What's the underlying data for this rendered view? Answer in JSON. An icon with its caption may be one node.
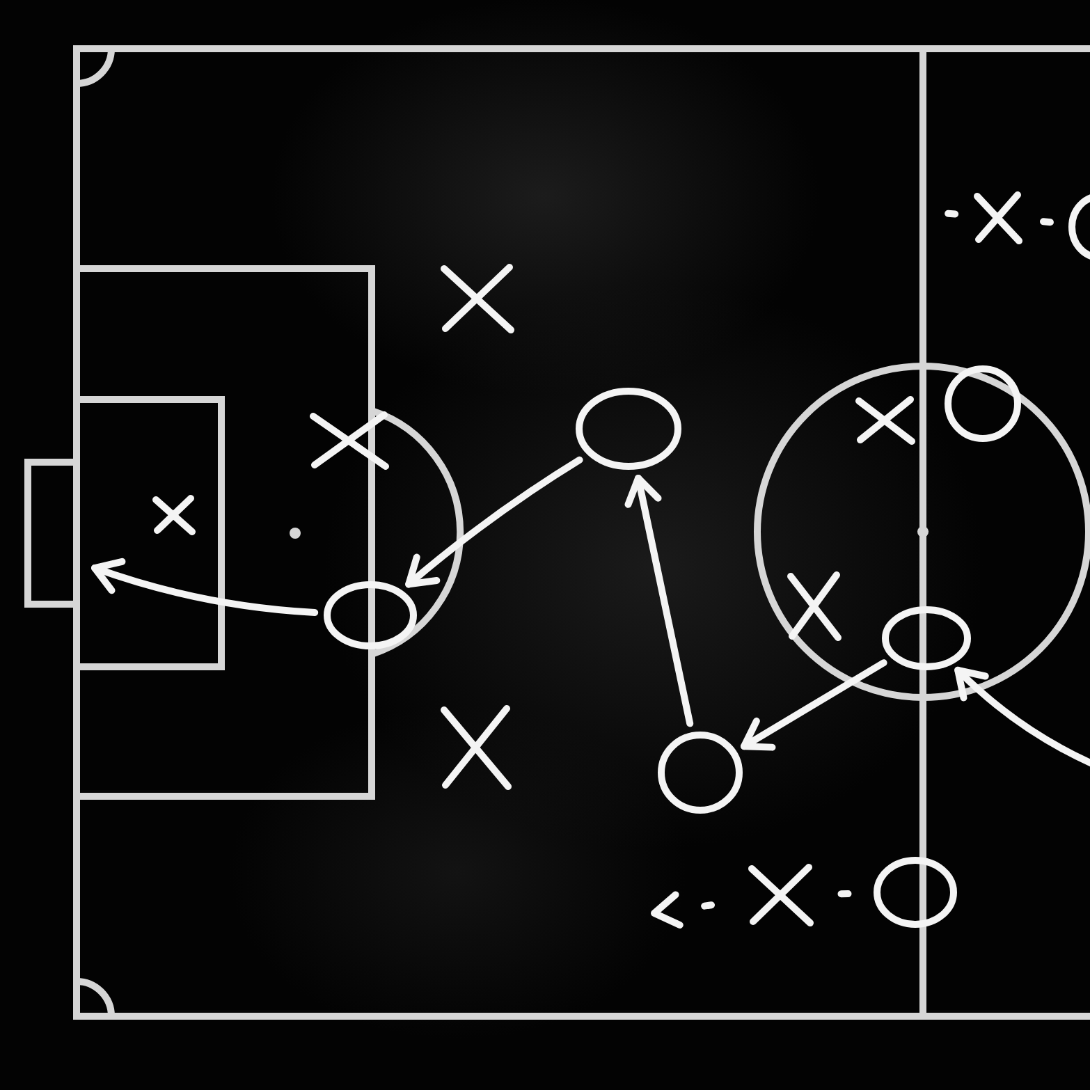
{
  "diagram": {
    "nodes": [
      {
        "text": [],
        "shape": "cross"
      },
      {
        "text": [],
        "shape": "circle"
      },
      {
        "text": [],
        "shape": "cross"
      },
      {
        "text": [],
        "shape": "circle"
      },
      {
        "text": [],
        "shape": "cross"
      },
      {
        "text": [],
        "shape": "circle"
      },
      {
        "text": [],
        "shape": "cross"
      },
      {
        "text": [],
        "shape": "cross"
      },
      {
        "text": [],
        "shape": "cross"
      },
      {
        "text": [],
        "shape": "circle"
      },
      {
        "text": [],
        "shape": "circle"
      },
      {
        "text": [],
        "shape": "cross"
      },
      {
        "text": [],
        "shape": "circle"
      },
      {
        "text": [],
        "shape": "cross"
      },
      {
        "text": [],
        "shape": "circle"
      }
    ],
    "edges": [
      {
        "from": 5,
        "to": 9,
        "arrow": "to"
      },
      {
        "from": 9,
        "to": null,
        "arrow": "to"
      },
      {
        "from": 12,
        "to": 5,
        "arrow": "to"
      },
      {
        "from": 10,
        "to": 12,
        "arrow": "to"
      },
      {
        "from": null,
        "to": 10,
        "arrow": "to"
      },
      {
        "from": 1,
        "to": 0,
        "arrow": "none",
        "style": "dashed"
      },
      {
        "from": 0,
        "to": null,
        "arrow": "none",
        "style": "dashed"
      },
      {
        "from": 14,
        "to": 13,
        "arrow": "none",
        "style": "dashed"
      },
      {
        "from": 13,
        "to": null,
        "arrow": "to",
        "style": "dashed"
      }
    ]
  }
}
